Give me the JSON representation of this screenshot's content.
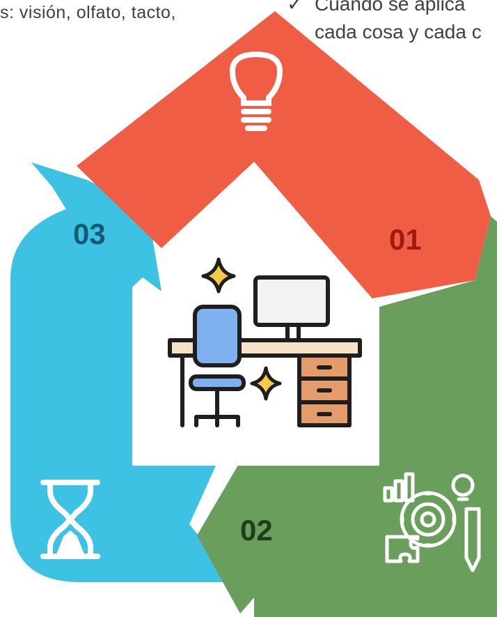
{
  "top_text": {
    "left_fragment": "s: visión, olfato, tacto,",
    "right_check": "✓",
    "right_line1": "Cuando se aplica",
    "right_line2": "cada cosa y cada c"
  },
  "steps": [
    {
      "number": "01",
      "color": "#ef5d45",
      "icon": "lightbulb-icon"
    },
    {
      "number": "02",
      "color": "#6a9e5d",
      "icon": "gear-strategy-icon"
    },
    {
      "number": "03",
      "color": "#3ec2e4",
      "icon": "hourglass-icon"
    }
  ],
  "center": {
    "icon": "office-desk-icon"
  }
}
